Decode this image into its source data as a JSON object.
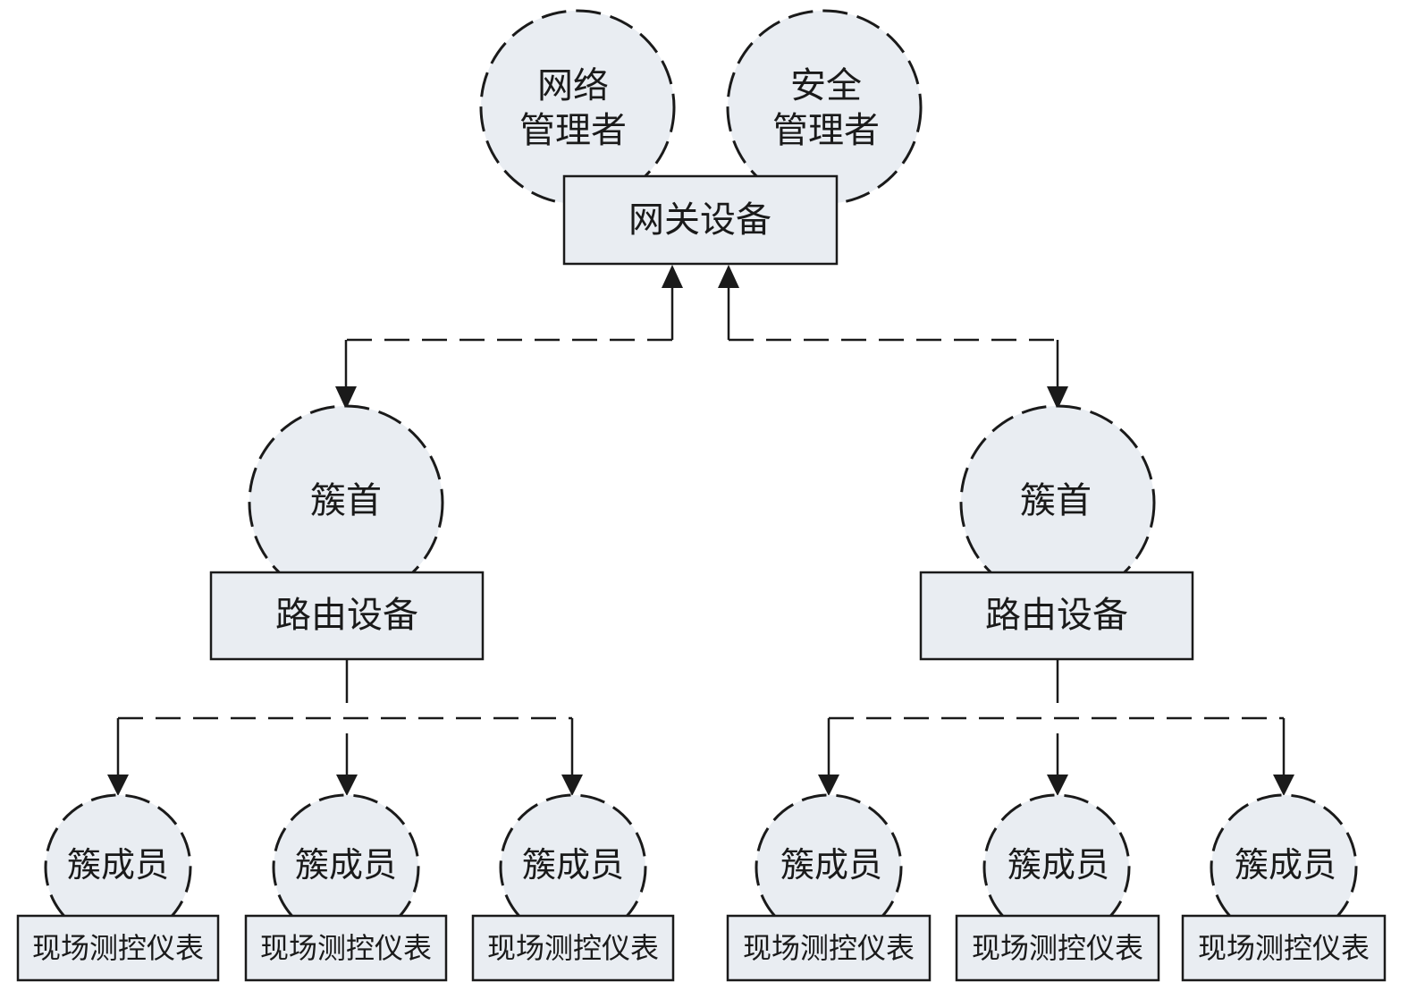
{
  "colors": {
    "node_fill": "#e9edf2",
    "stroke": "#1a1a1a"
  },
  "top": {
    "network_manager": {
      "line1": "网络",
      "line2": "管理者"
    },
    "security_manager": {
      "line1": "安全",
      "line2": "管理者"
    },
    "gateway": "网关设备"
  },
  "clusters": [
    {
      "head": "簇首",
      "router": "路由设备",
      "members": [
        {
          "member": "簇成员",
          "device": "现场测控仪表"
        },
        {
          "member": "簇成员",
          "device": "现场测控仪表"
        },
        {
          "member": "簇成员",
          "device": "现场测控仪表"
        }
      ]
    },
    {
      "head": "簇首",
      "router": "路由设备",
      "members": [
        {
          "member": "簇成员",
          "device": "现场测控仪表"
        },
        {
          "member": "簇成员",
          "device": "现场测控仪表"
        },
        {
          "member": "簇成员",
          "device": "现场测控仪表"
        }
      ]
    }
  ]
}
